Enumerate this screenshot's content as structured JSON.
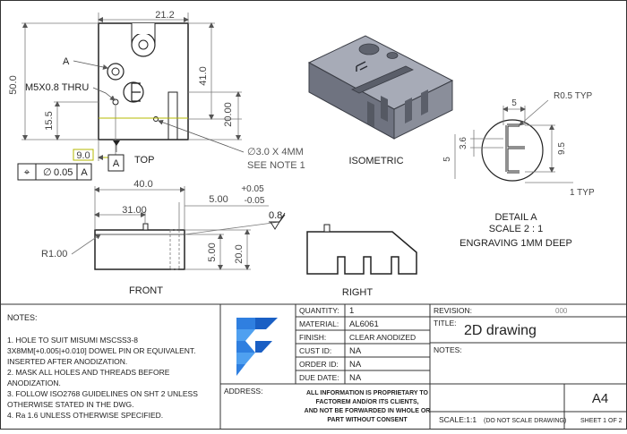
{
  "views": {
    "top": "TOP",
    "isometric": "ISOMETRIC",
    "front": "FRONT",
    "right": "RIGHT",
    "detail": "DETAIL A",
    "detail_scale": "SCALE 2 : 1",
    "engraving": "ENGRAVING 1MM DEEP"
  },
  "dimensions": {
    "width_top": "21.2",
    "height_left": "50.0",
    "d41": "41.0",
    "d20v": "20.00",
    "d15_5": "15.5",
    "d9": "9.0",
    "d40": "40.0",
    "d31": "31.00",
    "d5_00": "5.00",
    "tol_plus": "+0.05",
    "tol_minus": "-0.05",
    "d0_8": "0.8",
    "d5_00v": "5.00",
    "d20_0v": "20.0",
    "r1": "R1.00",
    "det_5": "5",
    "det_r": "R0.5 TYP",
    "det_36": "3.6",
    "det_95": "9.5",
    "det_5v": "5",
    "det_1typ": "1 TYP"
  },
  "callouts": {
    "a_label": "A",
    "thread": "M5X0.8 THRU",
    "hole_line1": "∅3.0 X 4MM",
    "hole_line2": "SEE NOTE 1",
    "datum": "A",
    "fcf_symbol": "⌖",
    "fcf_dia": "∅",
    "fcf_value": "0.05",
    "fcf_datum": "A"
  },
  "notes": {
    "title": "NOTES:",
    "lines": [
      "1. HOLE TO SUIT MISUMI MSCSS3-8",
      "3X8MM[+0.005|+0.010] DOWEL PIN OR EQUIVALENT.",
      "INSERTED AFTER ANODIZATION.",
      "2. MASK ALL HOLES AND THREADS BEFORE",
      "ANODIZATION.",
      "3. FOLLOW ISO2768 GUIDELINES ON SHT 2 UNLESS",
      "OTHERWISE STATED IN THE DWG.",
      "4. Ra 1.6 UNLESS OTHERWISE SPECIFIED."
    ]
  },
  "title_block": {
    "address": "ADDRESS:",
    "quantity_label": "QUANTITY:",
    "quantity": "1",
    "material_label": "MATERIAL:",
    "material": "AL6061",
    "finish_label": "FINISH:",
    "finish": "CLEAR ANODIZED",
    "cust_label": "CUST ID:",
    "cust": "NA",
    "order_label": "ORDER ID:",
    "order": "NA",
    "due_label": "DUE DATE:",
    "due": "NA",
    "revision_label": "REVISION:",
    "revision": "000",
    "title_label": "TITLE:",
    "title": "2D drawing",
    "notes_label": "NOTES:",
    "prop1": "ALL INFORMATION IS PROPRIETARY TO",
    "prop2": "FACTOREM AND/OR ITS CLIENTS,",
    "prop3": "AND NOT BE FORWARDED IN WHOLE OR",
    "prop4": "PART WITHOUT CONSENT",
    "size": "A4",
    "scale": "SCALE:1:1",
    "scale_note": "(DO NOT SCALE DRAWING)",
    "sheet": "SHEET 1 OF 2"
  },
  "colors": {
    "dimension": "#7a7a7a",
    "highlight": "#b5b800",
    "logo": "#2f7fe0",
    "iso_top": "#a7abb7",
    "iso_side": "#6f7380"
  }
}
